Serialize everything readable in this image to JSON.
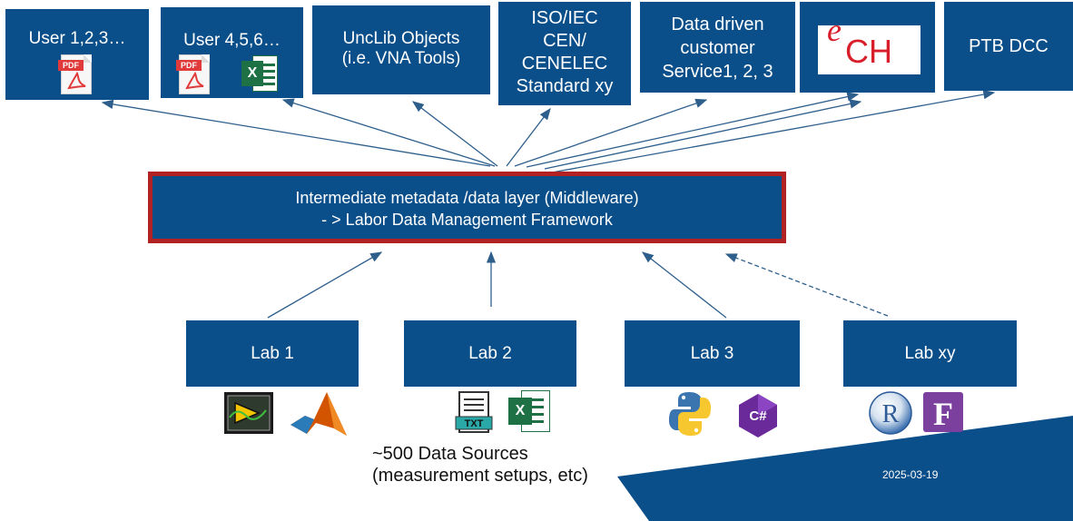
{
  "top_boxes": [
    {
      "id": "user123",
      "lines": [
        "User 1,2,3…"
      ]
    },
    {
      "id": "user456",
      "lines": [
        "User 4,5,6…"
      ]
    },
    {
      "id": "unclib",
      "lines": [
        "UncLib Objects",
        "(i.e. VNA Tools)"
      ]
    },
    {
      "id": "iso",
      "lines": [
        "ISO/IEC",
        "CEN/",
        "CENELEC",
        "Standard xy"
      ]
    },
    {
      "id": "datadriven",
      "lines": [
        "Data driven",
        "customer",
        "Service1, 2, 3"
      ]
    },
    {
      "id": "ech",
      "lines": []
    },
    {
      "id": "ptb",
      "lines": [
        "PTB DCC"
      ]
    }
  ],
  "middleware": {
    "line1": "Intermediate metadata /data layer (Middleware)",
    "line2": "- > Labor Data Management Framework"
  },
  "labs": [
    "Lab 1",
    "Lab 2",
    "Lab 3",
    "Lab xy"
  ],
  "icons": {
    "pdf_label": "PDF",
    "excel_label": "X",
    "txt_label": "TXT",
    "csharp_label": "C#",
    "r_label": "R",
    "fsharp_label": "F",
    "ech_logo_e": "e",
    "ech_logo_ch": "CH"
  },
  "data_sources": {
    "line1": "~500 Data Sources",
    "line2": "(measurement setups, etc)"
  },
  "date": "2025-03-19",
  "colors": {
    "box": "#0b4f8a",
    "middleware_border": "#b22222",
    "arrow": "#2e5f8c"
  }
}
